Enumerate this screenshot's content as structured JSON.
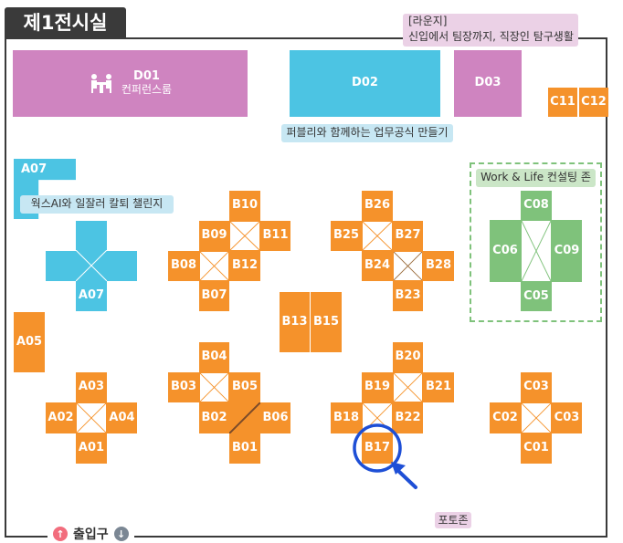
{
  "hall": {
    "title": "제1전시실"
  },
  "lounge": {
    "label": "[라운지]",
    "description": "신입에서 팀장까지, 직장인 탐구생활"
  },
  "entrance": {
    "label": "출입구",
    "icon_left": "arrow-up-icon",
    "icon_right": "arrow-down-icon",
    "color_left": "#f26d7d",
    "color_right": "#7b8794"
  },
  "notes": {
    "d_zone": "퍼블리와 함께하는 업무공식 만들기",
    "a_zone": "웍스AI와 일잘러 칼퇴 챌린지",
    "c_zone": "Work & Life 컨설팅 존",
    "photo": "포토존"
  },
  "colors": {
    "orange": "#f5922b",
    "blue": "#4cc4e3",
    "pink": "#cf84c0",
    "green": "#7fc27b",
    "highlight": "#1e4fd6"
  },
  "booths": {
    "D01": "D01",
    "D01_sub": "컨퍼런스룸",
    "D01_icon": "meeting-people-icon",
    "D02": "D02",
    "D03": "D03",
    "C11": "C11",
    "C12": "C12",
    "A07_top": "A07",
    "A07": "A07",
    "A05": "A05",
    "A01": "A01",
    "A02": "A02",
    "A03": "A03",
    "A04": "A04",
    "B01": "B01",
    "B02": "B02",
    "B03": "B03",
    "B04": "B04",
    "B05": "B05",
    "B06": "B06",
    "B07": "B07",
    "B08": "B08",
    "B09": "B09",
    "B10": "B10",
    "B11": "B11",
    "B12": "B12",
    "B13": "B13",
    "B15": "B15",
    "B17": "B17",
    "B18": "B18",
    "B19": "B19",
    "B20": "B20",
    "B21": "B21",
    "B22": "B22",
    "B23": "B23",
    "B24": "B24",
    "B25": "B25",
    "B26": "B26",
    "B27": "B27",
    "B28": "B28",
    "C01": "C01",
    "C02": "C02",
    "C03": "C03",
    "C03b": "C03",
    "C05": "C05",
    "C06": "C06",
    "C08": "C08",
    "C09": "C09"
  },
  "highlight": {
    "booth": "B17",
    "marker": "location-marker-icon"
  }
}
